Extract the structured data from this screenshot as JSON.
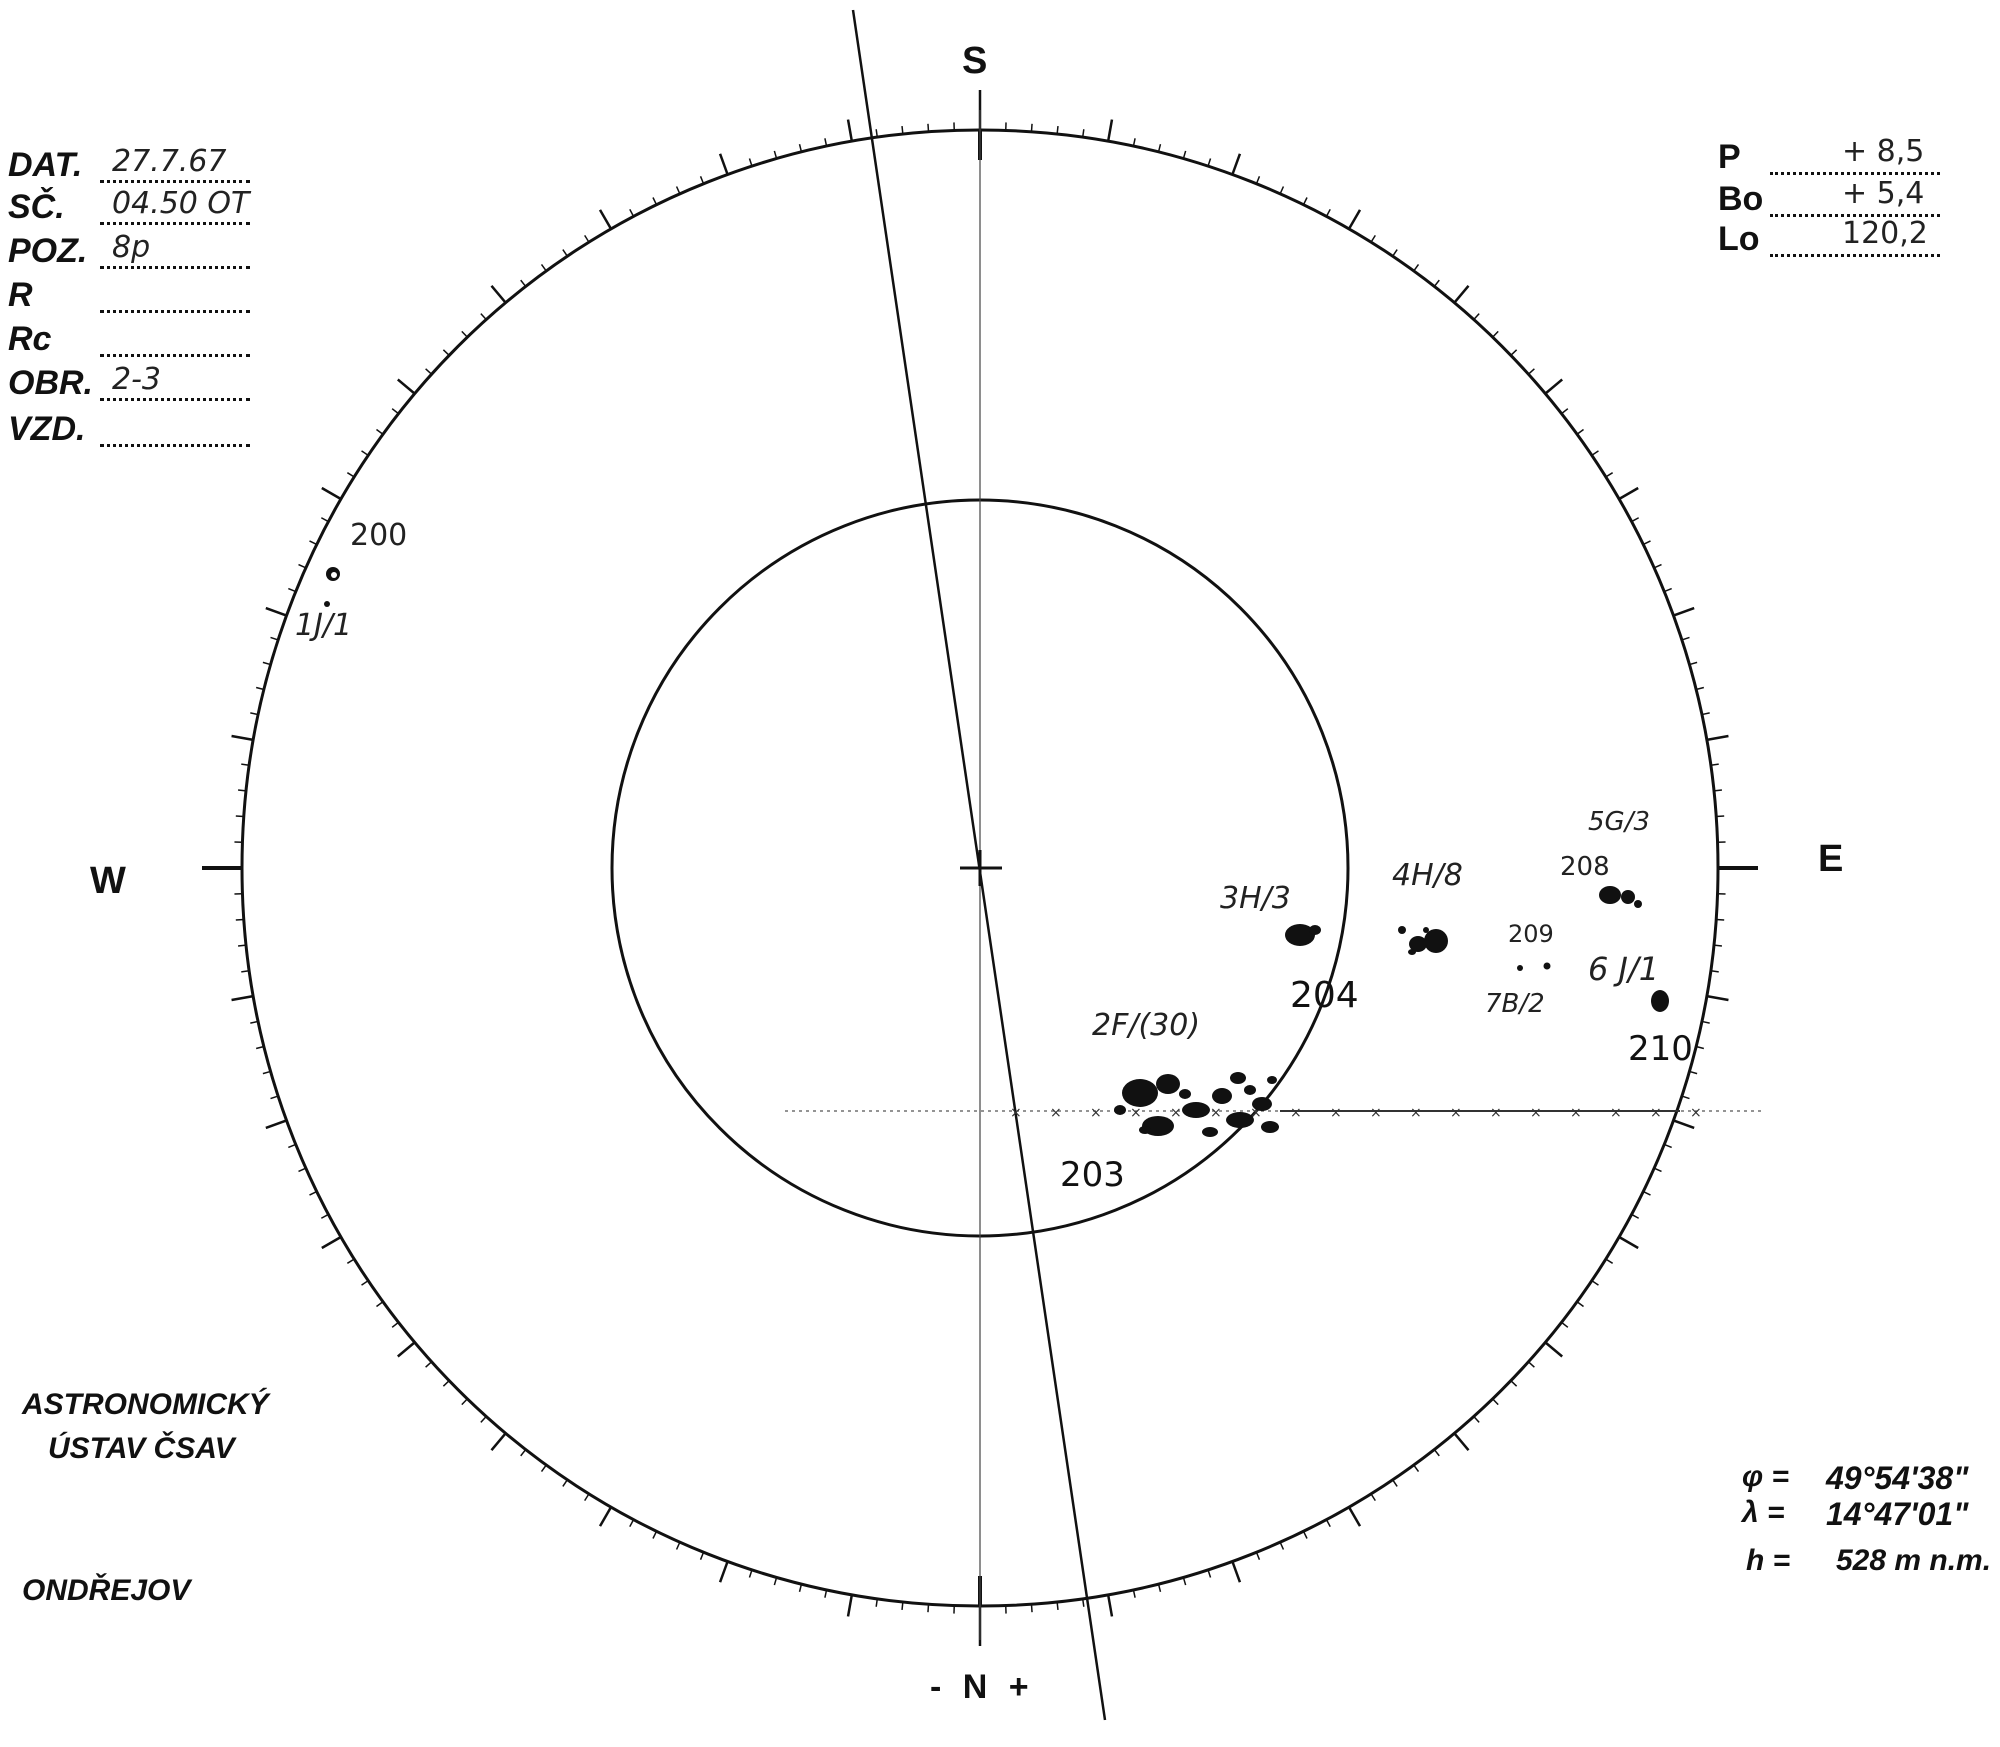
{
  "header_left": {
    "fields": [
      {
        "label": "DAT.",
        "value": "27.7.67"
      },
      {
        "label": "SČ.",
        "value": "04.50 OT"
      },
      {
        "label": "POZ.",
        "value": "8p"
      },
      {
        "label": "R",
        "value": ""
      },
      {
        "label": "Rc",
        "value": ""
      },
      {
        "label": "OBR.",
        "value": "2-3"
      },
      {
        "label": "VZD.",
        "value": ""
      }
    ]
  },
  "header_right": {
    "fields": [
      {
        "label": "P",
        "value": "+ 8,5"
      },
      {
        "label": "Bo",
        "value": "+ 5,4"
      },
      {
        "label": "Lo",
        "value": "120,2"
      }
    ]
  },
  "directions": {
    "top": "S",
    "left": "W",
    "right": "E",
    "bottom": "- N +"
  },
  "spot_groups": [
    {
      "number": "200",
      "class": "1J/1"
    },
    {
      "number": "203",
      "class": "2F/(30)"
    },
    {
      "number": "204",
      "class": "3H/3"
    },
    {
      "number": "",
      "class": "4H/8"
    },
    {
      "number": "208",
      "class": "5G/3"
    },
    {
      "number": "209",
      "class": "7B/2"
    },
    {
      "number": "210",
      "class": "6 J/1"
    }
  ],
  "institution": {
    "line1": "ASTRONOMICKÝ",
    "line2": "ÚSTAV ČSAV",
    "line3": "ONDŘEJOV"
  },
  "location": {
    "lat": {
      "symbol": "φ =",
      "value": "49°54'38\""
    },
    "lon": {
      "symbol": "λ =",
      "value": "14°47'01\""
    },
    "alt": {
      "symbol": "h =",
      "value": "528 m n.m."
    }
  }
}
